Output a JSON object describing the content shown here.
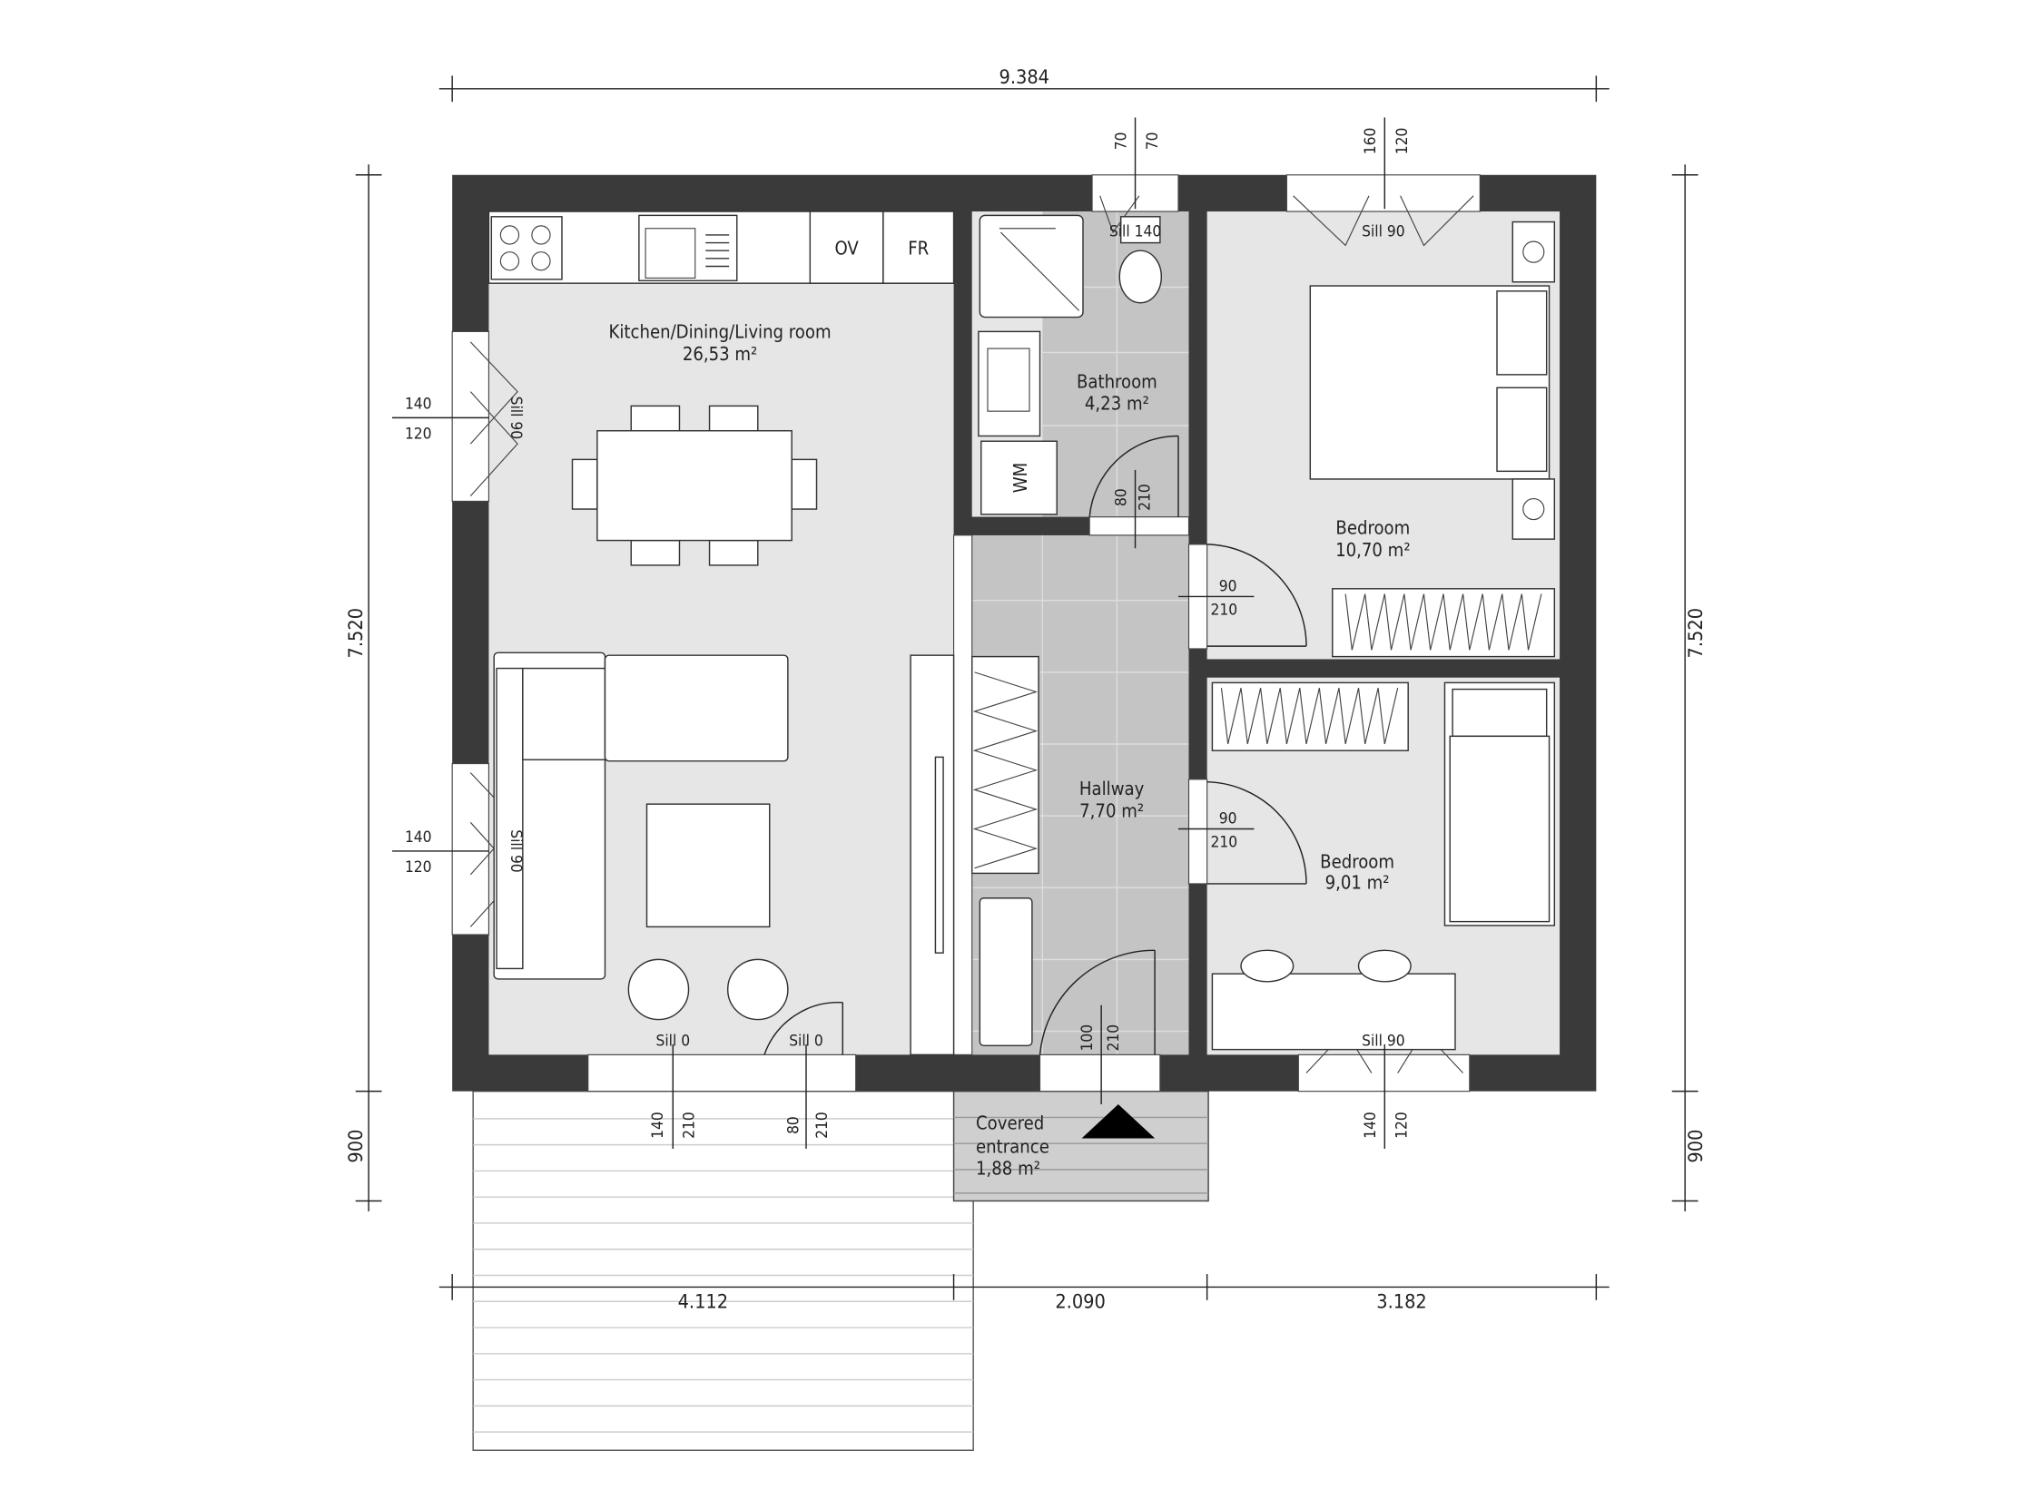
{
  "dimensions": {
    "top_total": "9.384",
    "bottom_segments": [
      "4.112",
      "2.090",
      "3.182"
    ],
    "left_height": "7.520",
    "left_entrance_depth": "900",
    "right_height": "7.520",
    "right_entrance_depth": "900"
  },
  "rooms": {
    "kitchen": {
      "name": "Kitchen/Dining/Living room",
      "area": "26,53 m²"
    },
    "bathroom": {
      "name": "Bathroom",
      "area": "4,23 m²"
    },
    "bedroom1": {
      "name": "Bedroom",
      "area": "10,70 m²"
    },
    "hallway": {
      "name": "Hallway",
      "area": "7,70 m²"
    },
    "bedroom2": {
      "name": "Bedroom",
      "area": "9,01 m²"
    },
    "entrance": {
      "name_line1": "Covered",
      "name_line2": "entrance",
      "area": "1,88 m²"
    }
  },
  "appliances": {
    "oven": "OV",
    "fridge": "FR",
    "washing_machine": "WM"
  },
  "openings": {
    "bath_window": {
      "width": "70",
      "height": "70",
      "sill": "Sill 140"
    },
    "bed1_window": {
      "width": "160",
      "height": "120",
      "sill": "Sill 90"
    },
    "kitchen_window_upper": {
      "width": "140",
      "height": "120",
      "sill": "Sill 90"
    },
    "kitchen_window_lower": {
      "width": "140",
      "height": "120",
      "sill": "Sill 90"
    },
    "bath_door": {
      "width": "80",
      "height": "210"
    },
    "bed1_door": {
      "width": "90",
      "height": "210"
    },
    "bed2_door": {
      "width": "90",
      "height": "210"
    },
    "kitchen_bottom_window": {
      "width": "140",
      "height": "210",
      "sill": "Sill 0"
    },
    "kitchen_bottom_door": {
      "width": "80",
      "height": "210",
      "sill": "Sill 0"
    },
    "entrance_door": {
      "width": "100",
      "height": "210"
    },
    "bed2_window": {
      "width": "140",
      "height": "120",
      "sill": "Sill 90"
    }
  }
}
